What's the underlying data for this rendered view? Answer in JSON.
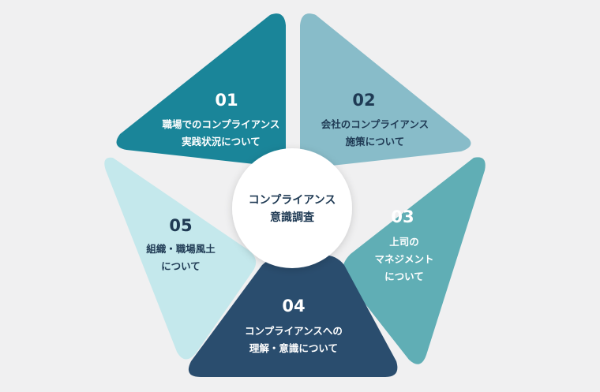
{
  "center": {
    "lines": [
      "コンプライアンス",
      "意識調査"
    ]
  },
  "segments": [
    {
      "num": "01",
      "lines": [
        "職場でのコンプライアンス",
        "実践状況について"
      ],
      "color": "#1a8599",
      "text_color": "#ffffff"
    },
    {
      "num": "02",
      "lines": [
        "会社のコンプライアンス",
        "施策について"
      ],
      "color": "#88bcc9",
      "text_color": "#1f3a54"
    },
    {
      "num": "03",
      "lines": [
        "上司の",
        "マネジメント",
        "について"
      ],
      "color": "#60aeb5",
      "text_color": "#ffffff"
    },
    {
      "num": "04",
      "lines": [
        "コンプライアンスへの",
        "理解・意識について"
      ],
      "color": "#2a4d6e",
      "text_color": "#ffffff"
    },
    {
      "num": "05",
      "lines": [
        "組織・職場風土",
        "について"
      ],
      "color": "#c4e8ec",
      "text_color": "#1f3a54"
    }
  ],
  "colors": {
    "background": "#f0f0f1",
    "center_fill": "#ffffff",
    "center_text": "#1f3a54"
  }
}
